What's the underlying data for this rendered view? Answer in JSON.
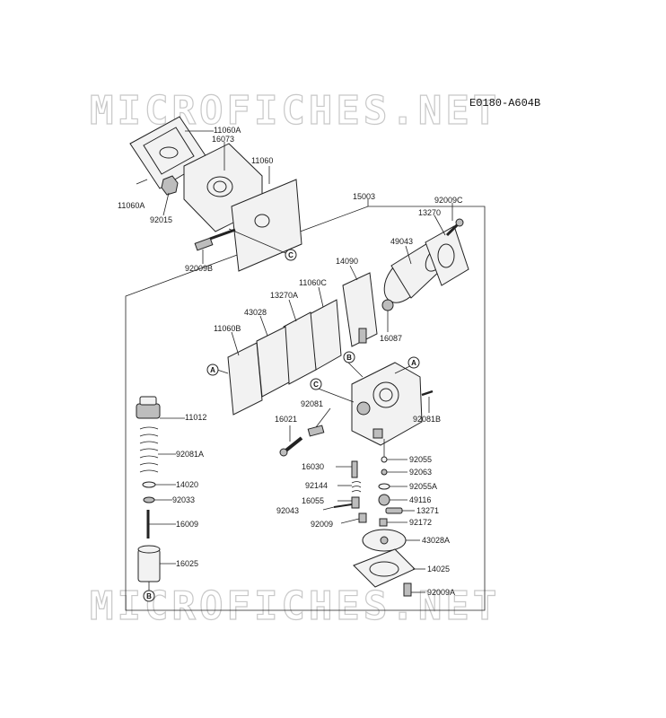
{
  "diagram_code": "E0180-A604B",
  "watermark": "MICROFICHES.NET",
  "callouts": {
    "a": "A",
    "b": "B",
    "c": "C"
  },
  "parts": {
    "p11060A_top": "11060A",
    "p16073": "16073",
    "p11060": "11060",
    "p11060A_left": "11060A",
    "p92015": "92015",
    "p92009B": "92009B",
    "p15003": "15003",
    "p92009C": "92009C",
    "p13270": "13270",
    "p49043": "49043",
    "p14090": "14090",
    "p11060C": "11060C",
    "p13270A": "13270A",
    "p43028": "43028",
    "p11060B": "11060B",
    "p16087": "16087",
    "p92081": "92081",
    "p16021": "16021",
    "p92081B": "92081B",
    "p11012": "11012",
    "p92081A": "92081A",
    "p14020": "14020",
    "p92033": "92033",
    "p16009": "16009",
    "p16025": "16025",
    "p16030": "16030",
    "p92144": "92144",
    "p16055": "16055",
    "p92043": "92043",
    "p92009": "92009",
    "p92055": "92055",
    "p92063": "92063",
    "p92055A": "92055A",
    "p49116": "49116",
    "p13271": "13271",
    "p92172": "92172",
    "p43028A": "43028A",
    "p14025": "14025",
    "p92009A": "92009A"
  }
}
